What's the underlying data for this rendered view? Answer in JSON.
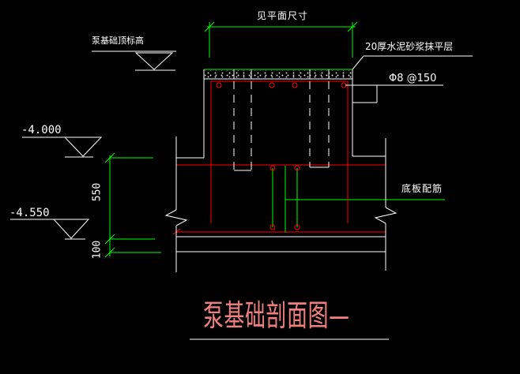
{
  "colors": {
    "bg": "#000000",
    "green": "#00ff00",
    "red": "#ff0000",
    "white": "#ffffff",
    "title": "#f08080"
  },
  "labels": {
    "plan_dimension": "见平面尺寸",
    "foundation_top_elevation": "泵基础顶标高",
    "elevation_top": "-4.000",
    "elevation_bottom": "-4.550",
    "mortar_layer": "20厚水泥砂浆抹平层",
    "rebar_spec": "Φ8 @150",
    "slab_rebar": "底板配筋"
  },
  "dimensions": {
    "slab_thickness": "550",
    "cushion_thickness": "100"
  },
  "title": {
    "text": "泵基础剖面图—"
  }
}
